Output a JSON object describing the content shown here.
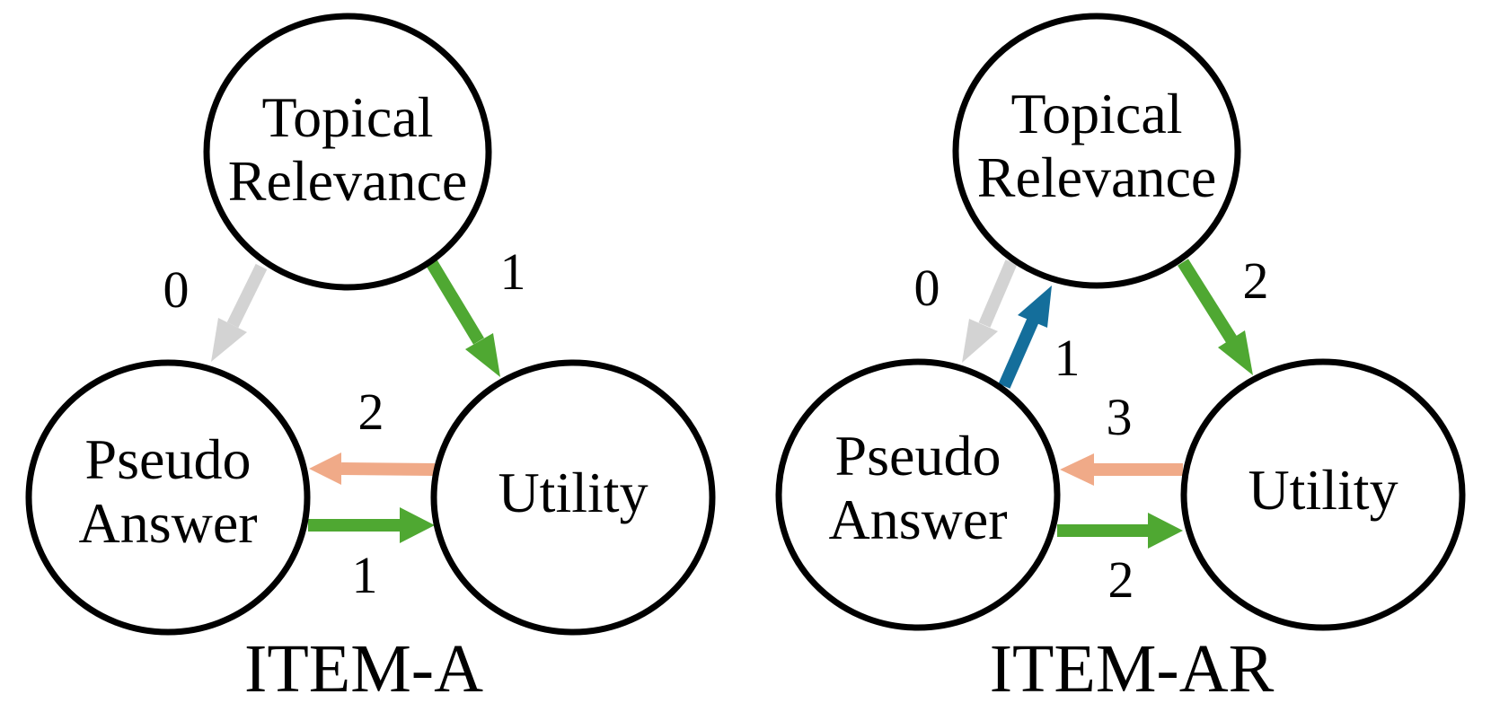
{
  "colors": {
    "gray": "#d3d3d3",
    "green": "#4fa832",
    "salmon": "#f0aa88",
    "blue": "#146e9b",
    "node_stroke": "#000000"
  },
  "panels": [
    {
      "id": "a",
      "title": "ITEM-A",
      "nodes": {
        "topical_relevance": [
          "Topical",
          "Relevance"
        ],
        "pseudo_answer": [
          "Pseudo",
          "Answer"
        ],
        "utility": [
          "Utility"
        ]
      },
      "edges": [
        {
          "from": "Topical Relevance",
          "to": "Pseudo Answer",
          "label": "0",
          "color": "gray"
        },
        {
          "from": "Topical Relevance",
          "to": "Utility",
          "label": "1",
          "color": "green"
        },
        {
          "from": "Utility",
          "to": "Pseudo Answer",
          "label": "2",
          "color": "salmon"
        },
        {
          "from": "Pseudo Answer",
          "to": "Utility",
          "label": "1",
          "color": "green"
        }
      ]
    },
    {
      "id": "ar",
      "title": "ITEM-AR",
      "nodes": {
        "topical_relevance": [
          "Topical",
          "Relevance"
        ],
        "pseudo_answer": [
          "Pseudo",
          "Answer"
        ],
        "utility": [
          "Utility"
        ]
      },
      "edges": [
        {
          "from": "Topical Relevance",
          "to": "Pseudo Answer",
          "label": "0",
          "color": "gray"
        },
        {
          "from": "Pseudo Answer",
          "to": "Topical Relevance",
          "label": "1",
          "color": "blue"
        },
        {
          "from": "Topical Relevance",
          "to": "Utility",
          "label": "2",
          "color": "green"
        },
        {
          "from": "Utility",
          "to": "Pseudo Answer",
          "label": "3",
          "color": "salmon"
        },
        {
          "from": "Pseudo Answer",
          "to": "Utility",
          "label": "2",
          "color": "green"
        }
      ]
    }
  ]
}
